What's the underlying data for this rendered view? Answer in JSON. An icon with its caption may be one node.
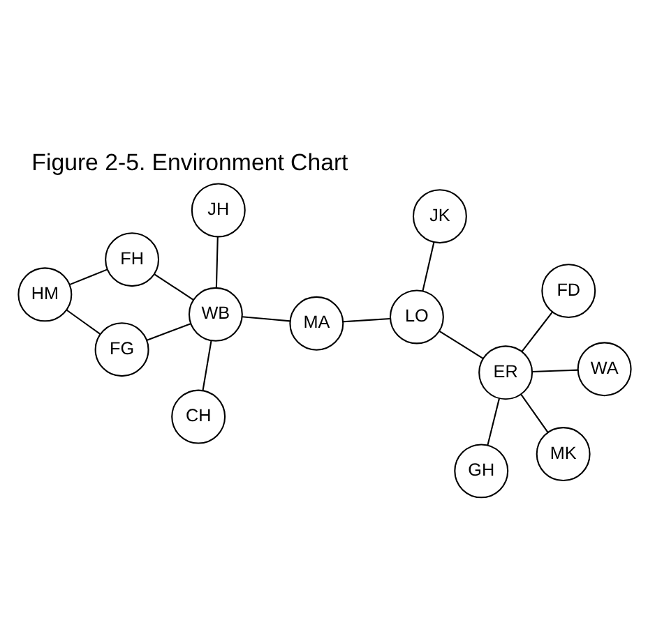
{
  "diagram": {
    "title": "Figure 2-5. Environment Chart",
    "nodes": [
      {
        "text": [
          "JH"
        ]
      },
      {
        "text": [
          "CH"
        ]
      },
      {
        "text": [
          "WB"
        ]
      },
      {
        "text": [
          "MA"
        ]
      },
      {
        "text": [
          "LO"
        ]
      },
      {
        "text": [
          "FH"
        ]
      },
      {
        "text": [
          "FG"
        ]
      },
      {
        "text": [
          "JK"
        ]
      },
      {
        "text": [
          "GH"
        ]
      },
      {
        "text": [
          "MK"
        ]
      },
      {
        "text": [
          "ER"
        ]
      },
      {
        "text": [
          "HM"
        ]
      },
      {
        "text": [
          "WA"
        ]
      },
      {
        "text": [
          "FD"
        ]
      }
    ],
    "edges": [
      {
        "from": 0,
        "to": 2,
        "arrow": "none"
      },
      {
        "from": 1,
        "to": 2,
        "arrow": "none"
      },
      {
        "from": 2,
        "to": 3,
        "arrow": "none"
      },
      {
        "from": 3,
        "to": 4,
        "arrow": "none"
      },
      {
        "from": 2,
        "to": 6,
        "arrow": "none"
      },
      {
        "from": 2,
        "to": 5,
        "arrow": "none"
      },
      {
        "from": 6,
        "to": 11,
        "arrow": "none"
      },
      {
        "from": 5,
        "to": 11,
        "arrow": "none"
      },
      {
        "from": 4,
        "to": 10,
        "arrow": "none"
      },
      {
        "from": 4,
        "to": 7,
        "arrow": "none"
      },
      {
        "from": 8,
        "to": 10,
        "arrow": "none"
      },
      {
        "from": 9,
        "to": 10,
        "arrow": "none"
      },
      {
        "from": 12,
        "to": 10,
        "arrow": "none"
      },
      {
        "from": 13,
        "to": 10,
        "arrow": "none"
      }
    ]
  }
}
